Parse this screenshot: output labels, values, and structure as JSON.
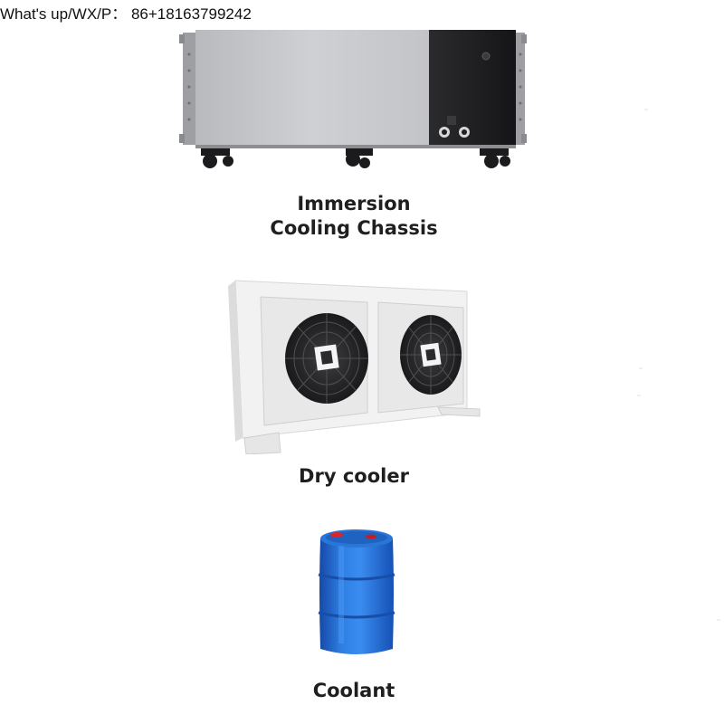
{
  "contact": {
    "text": "What's up/WX/P： 86+18163799242"
  },
  "products": [
    {
      "id": "chassis",
      "label_line1": "Immersion",
      "label_line2": "Cooling Chassis",
      "icon": "immersion-chassis-image",
      "colors": {
        "body": "#c6c7cb",
        "panel": "#1d1d1f"
      }
    },
    {
      "id": "dry-cooler",
      "label": "Dry cooler",
      "icon": "dry-cooler-image",
      "colors": {
        "housing": "#f3f3f3",
        "fan": "#2a2a2a"
      }
    },
    {
      "id": "coolant",
      "label": "Coolant",
      "icon": "coolant-drum-image",
      "colors": {
        "drum": "#1f6fd6",
        "cap": "#d9262b"
      }
    }
  ]
}
